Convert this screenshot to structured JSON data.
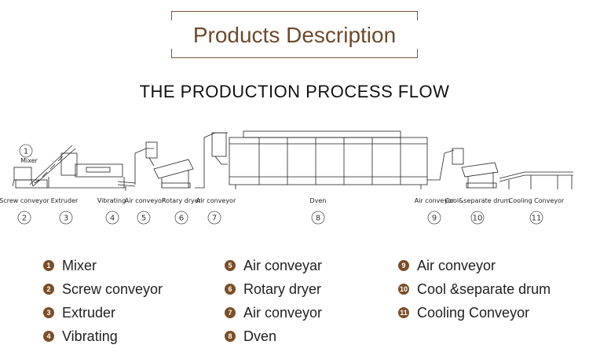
{
  "header": {
    "title": "Products Description"
  },
  "flow": {
    "title": "THE PRODUCTION PROCESS FLOW"
  },
  "stages": [
    {
      "num": "1",
      "label": "Mixer"
    },
    {
      "num": "2",
      "label": "Screw conveyor"
    },
    {
      "num": "3",
      "label": "Extruder"
    },
    {
      "num": "4",
      "label": "Vibrating"
    },
    {
      "num": "5",
      "label": "Air conveyor"
    },
    {
      "num": "6",
      "label": "Rotary dryer"
    },
    {
      "num": "7",
      "label": "Air conveyor"
    },
    {
      "num": "8",
      "label": "Dven"
    },
    {
      "num": "9",
      "label": "Air conveyor"
    },
    {
      "num": "10",
      "label": "Cool&separate drum"
    },
    {
      "num": "11",
      "label": "Cooling Conveyor"
    }
  ],
  "legend": [
    {
      "num": "1",
      "label": "Mixer"
    },
    {
      "num": "2",
      "label": "Screw conveyor"
    },
    {
      "num": "3",
      "label": "Extruder"
    },
    {
      "num": "4",
      "label": "Vibrating"
    },
    {
      "num": "5",
      "label": "Air conveyar"
    },
    {
      "num": "6",
      "label": "Rotary dryer"
    },
    {
      "num": "7",
      "label": "Air conveyor"
    },
    {
      "num": "8",
      "label": "Dven"
    },
    {
      "num": "9",
      "label": "Air conveyor"
    },
    {
      "num": "10",
      "label": "Cool &separate drum"
    },
    {
      "num": "11",
      "label": "Cooling Conveyor"
    }
  ],
  "colors": {
    "accent": "#7b4e27",
    "header_text": "#6e4a2c",
    "line": "#222222"
  }
}
